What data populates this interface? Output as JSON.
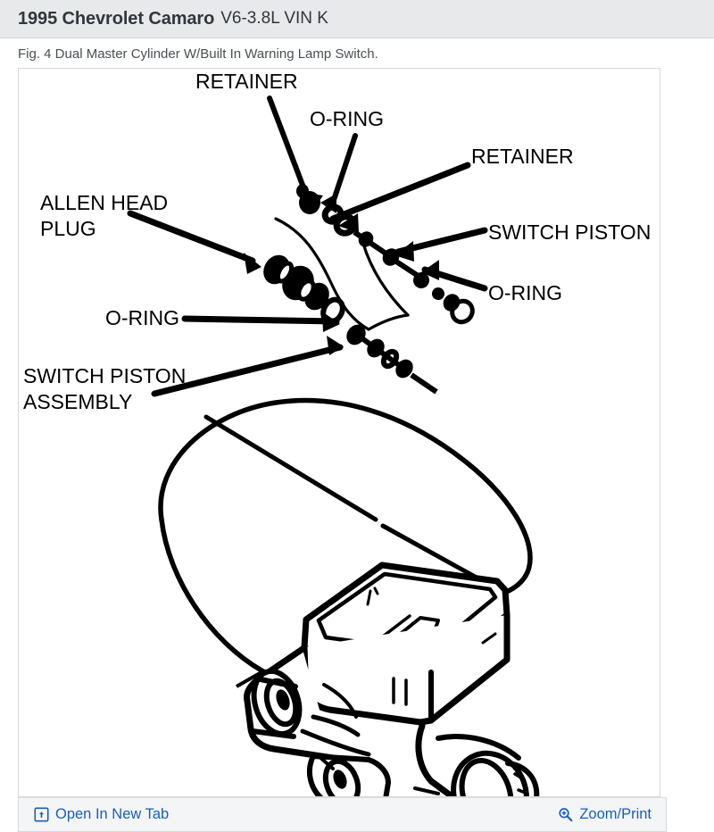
{
  "header": {
    "vehicle_year_make_model": "1995 Chevrolet Camaro",
    "engine": "V6-3.8L VIN K"
  },
  "figure": {
    "caption": "Fig. 4 Dual Master Cylinder W/Built In Warning Lamp Switch.",
    "alt": "Exploded diagram of a dual master cylinder with built in warning lamp switch",
    "labels": [
      {
        "id": "retainer-top",
        "text": "RETAINER"
      },
      {
        "id": "o-ring-top",
        "text": "O-RING"
      },
      {
        "id": "retainer-right",
        "text": "RETAINER"
      },
      {
        "id": "allen-head-plug-line1",
        "text": "ALLEN HEAD"
      },
      {
        "id": "allen-head-plug-line2",
        "text": "PLUG"
      },
      {
        "id": "switch-piston-right",
        "text": "SWITCH PISTON"
      },
      {
        "id": "o-ring-right",
        "text": "O-RING"
      },
      {
        "id": "o-ring-left",
        "text": "O-RING"
      },
      {
        "id": "switch-piston-asm-line1",
        "text": "SWITCH PISTON"
      },
      {
        "id": "switch-piston-asm-line2",
        "text": "ASSEMBLY"
      }
    ]
  },
  "footer": {
    "open_in_new_tab": "Open In New Tab",
    "zoom_print": "Zoom/Print",
    "open_icon": "open-in-new-tab-icon",
    "zoom_icon": "magnifier-plus-icon"
  },
  "colors": {
    "header_bg": "#e8e9eb",
    "header_text": "#32363c",
    "caption_text": "#4a4e54",
    "link": "#1a5fb4",
    "footer_bg": "#f4f5f7",
    "frame_border": "#d8d8d8",
    "diagram_ink": "#000000",
    "page_bg": "#ffffff"
  }
}
